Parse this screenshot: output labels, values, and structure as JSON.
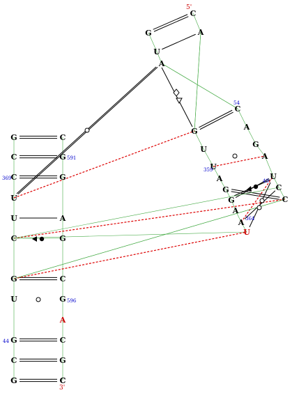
{
  "colors": {
    "nucleotide": "#000000",
    "highlight": "#cc0000",
    "numbering": "#0000cc",
    "backbone": "#44aa44",
    "pair_line": "#000000",
    "tertiary_dashed": "#dd0000"
  },
  "diagram": {
    "nucleotides": [
      {
        "id": "n1",
        "base": "C",
        "highlight": false
      },
      {
        "id": "n2",
        "base": "G",
        "highlight": false
      },
      {
        "id": "n3",
        "base": "A",
        "highlight": false
      },
      {
        "id": "n4",
        "base": "U",
        "highlight": false
      },
      {
        "id": "n5",
        "base": "A",
        "highlight": false
      },
      {
        "id": "n6",
        "base": "C",
        "highlight": false
      },
      {
        "id": "n7",
        "base": "G",
        "highlight": false
      },
      {
        "id": "n8",
        "base": "A",
        "highlight": false
      },
      {
        "id": "n9",
        "base": "U",
        "highlight": false
      },
      {
        "id": "n10",
        "base": "G",
        "highlight": false
      },
      {
        "id": "n11",
        "base": "U",
        "highlight": false
      },
      {
        "id": "n12",
        "base": "A",
        "highlight": false
      },
      {
        "id": "n13",
        "base": "A",
        "highlight": false
      },
      {
        "id": "n14",
        "base": "U",
        "highlight": false
      },
      {
        "id": "n15",
        "base": "G",
        "highlight": false
      },
      {
        "id": "n16",
        "base": "C",
        "highlight": false
      },
      {
        "id": "n17",
        "base": "C",
        "highlight": false
      },
      {
        "id": "n18",
        "base": "G",
        "highlight": false
      },
      {
        "id": "n19",
        "base": "A",
        "highlight": false
      },
      {
        "id": "n20",
        "base": "A",
        "highlight": false
      },
      {
        "id": "n21",
        "base": "U",
        "highlight": true
      },
      {
        "id": "n22",
        "base": "G",
        "highlight": false
      },
      {
        "id": "n23",
        "base": "C",
        "highlight": false
      },
      {
        "id": "n24",
        "base": "G",
        "highlight": false
      },
      {
        "id": "n25",
        "base": "C",
        "highlight": false
      },
      {
        "id": "n26",
        "base": "G",
        "highlight": false
      },
      {
        "id": "n27",
        "base": "C",
        "highlight": false
      },
      {
        "id": "n28",
        "base": "U",
        "highlight": false
      },
      {
        "id": "n29",
        "base": "G",
        "highlight": false
      },
      {
        "id": "n30",
        "base": "C",
        "highlight": false
      },
      {
        "id": "n31",
        "base": "U",
        "highlight": false
      },
      {
        "id": "n32",
        "base": "A",
        "highlight": false
      },
      {
        "id": "n33",
        "base": "G",
        "highlight": false
      },
      {
        "id": "n34",
        "base": "C",
        "highlight": false
      },
      {
        "id": "n35",
        "base": "G",
        "highlight": false
      },
      {
        "id": "n36",
        "base": "C",
        "highlight": false
      },
      {
        "id": "n37",
        "base": "G",
        "highlight": false
      },
      {
        "id": "n38",
        "base": "U",
        "highlight": false
      },
      {
        "id": "n39",
        "base": "A",
        "highlight": true
      },
      {
        "id": "n40",
        "base": "G",
        "highlight": false
      },
      {
        "id": "n41",
        "base": "C",
        "highlight": false
      },
      {
        "id": "n42",
        "base": "C",
        "highlight": false
      },
      {
        "id": "n43",
        "base": "G",
        "highlight": false
      },
      {
        "id": "n44",
        "base": "G",
        "highlight": false
      },
      {
        "id": "n45",
        "base": "C",
        "highlight": false
      }
    ],
    "numbers": [
      {
        "id": "num54",
        "text": "54"
      },
      {
        "id": "num359",
        "text": "359"
      },
      {
        "id": "num49",
        "text": "49"
      },
      {
        "id": "num364",
        "text": "364"
      },
      {
        "id": "num591",
        "text": "591"
      },
      {
        "id": "num369",
        "text": "369"
      },
      {
        "id": "num596",
        "text": "596"
      },
      {
        "id": "num44",
        "text": "44"
      }
    ],
    "ends": [
      {
        "id": "end5",
        "text": "5'"
      },
      {
        "id": "end3",
        "text": "3'"
      }
    ]
  }
}
